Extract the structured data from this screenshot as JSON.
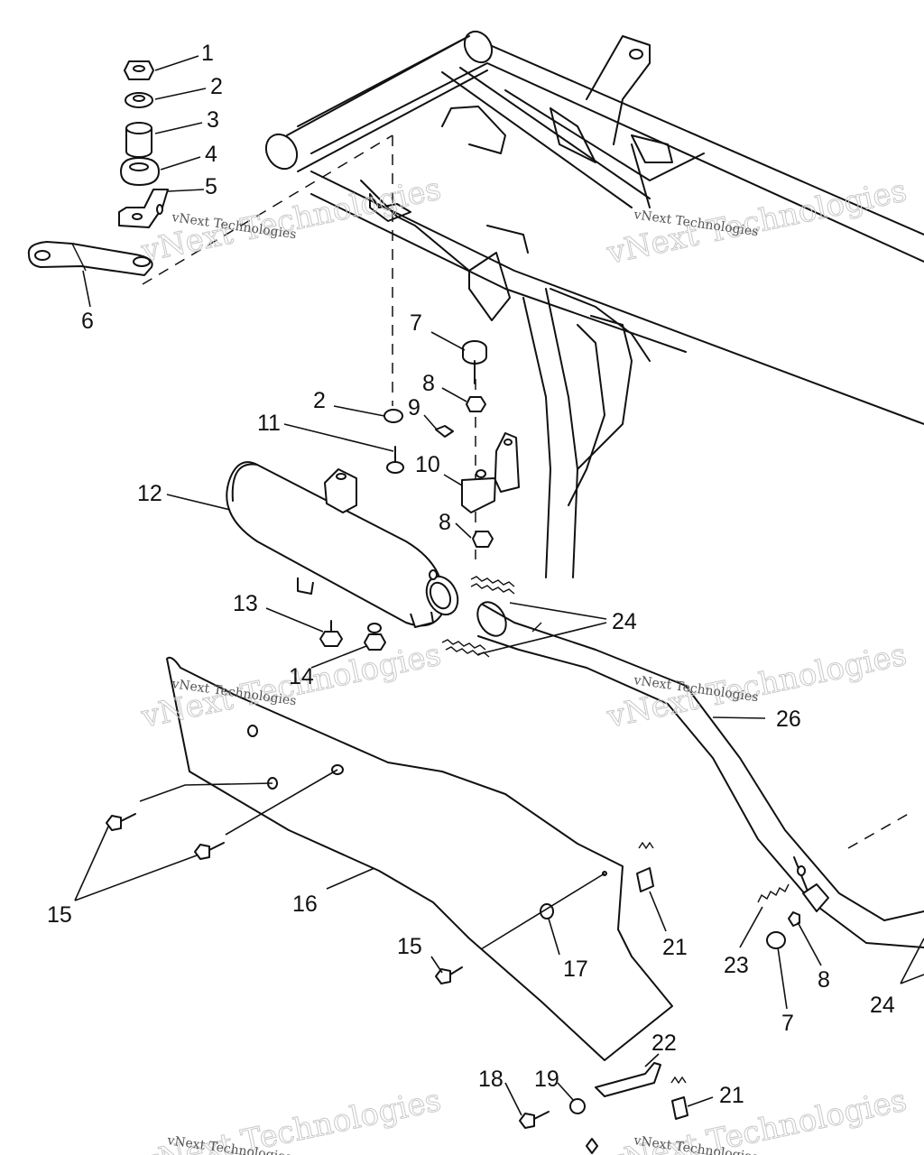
{
  "watermark": {
    "big": "vNext Technologies",
    "small": "vNext Technologies"
  },
  "callouts": [
    {
      "id": "c1",
      "label": "1"
    },
    {
      "id": "c2a",
      "label": "2"
    },
    {
      "id": "c3",
      "label": "3"
    },
    {
      "id": "c4",
      "label": "4"
    },
    {
      "id": "c5",
      "label": "5"
    },
    {
      "id": "c6",
      "label": "6"
    },
    {
      "id": "c7a",
      "label": "7"
    },
    {
      "id": "c8a",
      "label": "8"
    },
    {
      "id": "c2b",
      "label": "2"
    },
    {
      "id": "c9",
      "label": "9"
    },
    {
      "id": "c11",
      "label": "11"
    },
    {
      "id": "c10",
      "label": "10"
    },
    {
      "id": "c12",
      "label": "12"
    },
    {
      "id": "c8b",
      "label": "8"
    },
    {
      "id": "c13",
      "label": "13"
    },
    {
      "id": "c14",
      "label": "14"
    },
    {
      "id": "c24a",
      "label": "24"
    },
    {
      "id": "c26",
      "label": "26"
    },
    {
      "id": "c15a",
      "label": "15"
    },
    {
      "id": "c16",
      "label": "16"
    },
    {
      "id": "c15b",
      "label": "15"
    },
    {
      "id": "c17",
      "label": "17"
    },
    {
      "id": "c21a",
      "label": "21"
    },
    {
      "id": "c23",
      "label": "23"
    },
    {
      "id": "c8c",
      "label": "8"
    },
    {
      "id": "c7b",
      "label": "7"
    },
    {
      "id": "c24b",
      "label": "24"
    },
    {
      "id": "c22",
      "label": "22"
    },
    {
      "id": "c18",
      "label": "18"
    },
    {
      "id": "c19",
      "label": "19"
    },
    {
      "id": "c21b",
      "label": "21"
    }
  ]
}
